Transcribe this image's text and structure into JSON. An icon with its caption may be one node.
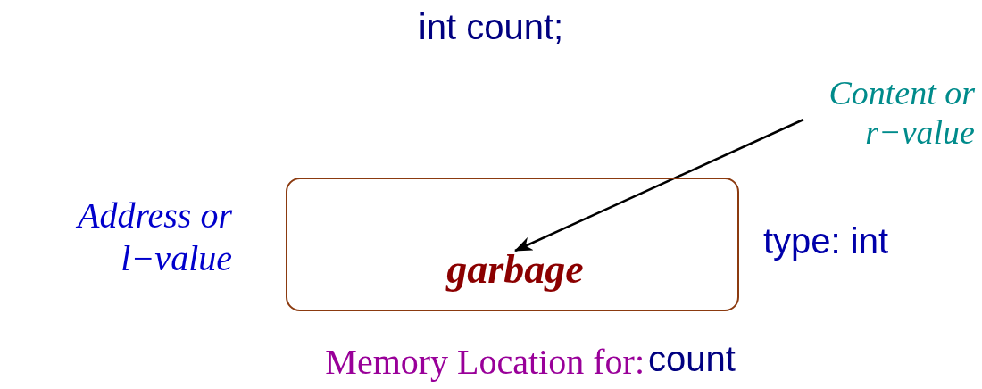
{
  "diagram": {
    "nodes": [
      {
        "text": [],
        "shape": "box"
      },
      {
        "text": [
          "garbage"
        ],
        "in": 0
      },
      {
        "text": [
          "Content or r−value"
        ]
      }
    ],
    "edges": [
      {
        "from": 2,
        "to": 1,
        "arrow": "to"
      }
    ],
    "labels": [
      "int count;",
      "Address or l−value",
      "type: int",
      "Memory Location for:",
      "count"
    ]
  }
}
